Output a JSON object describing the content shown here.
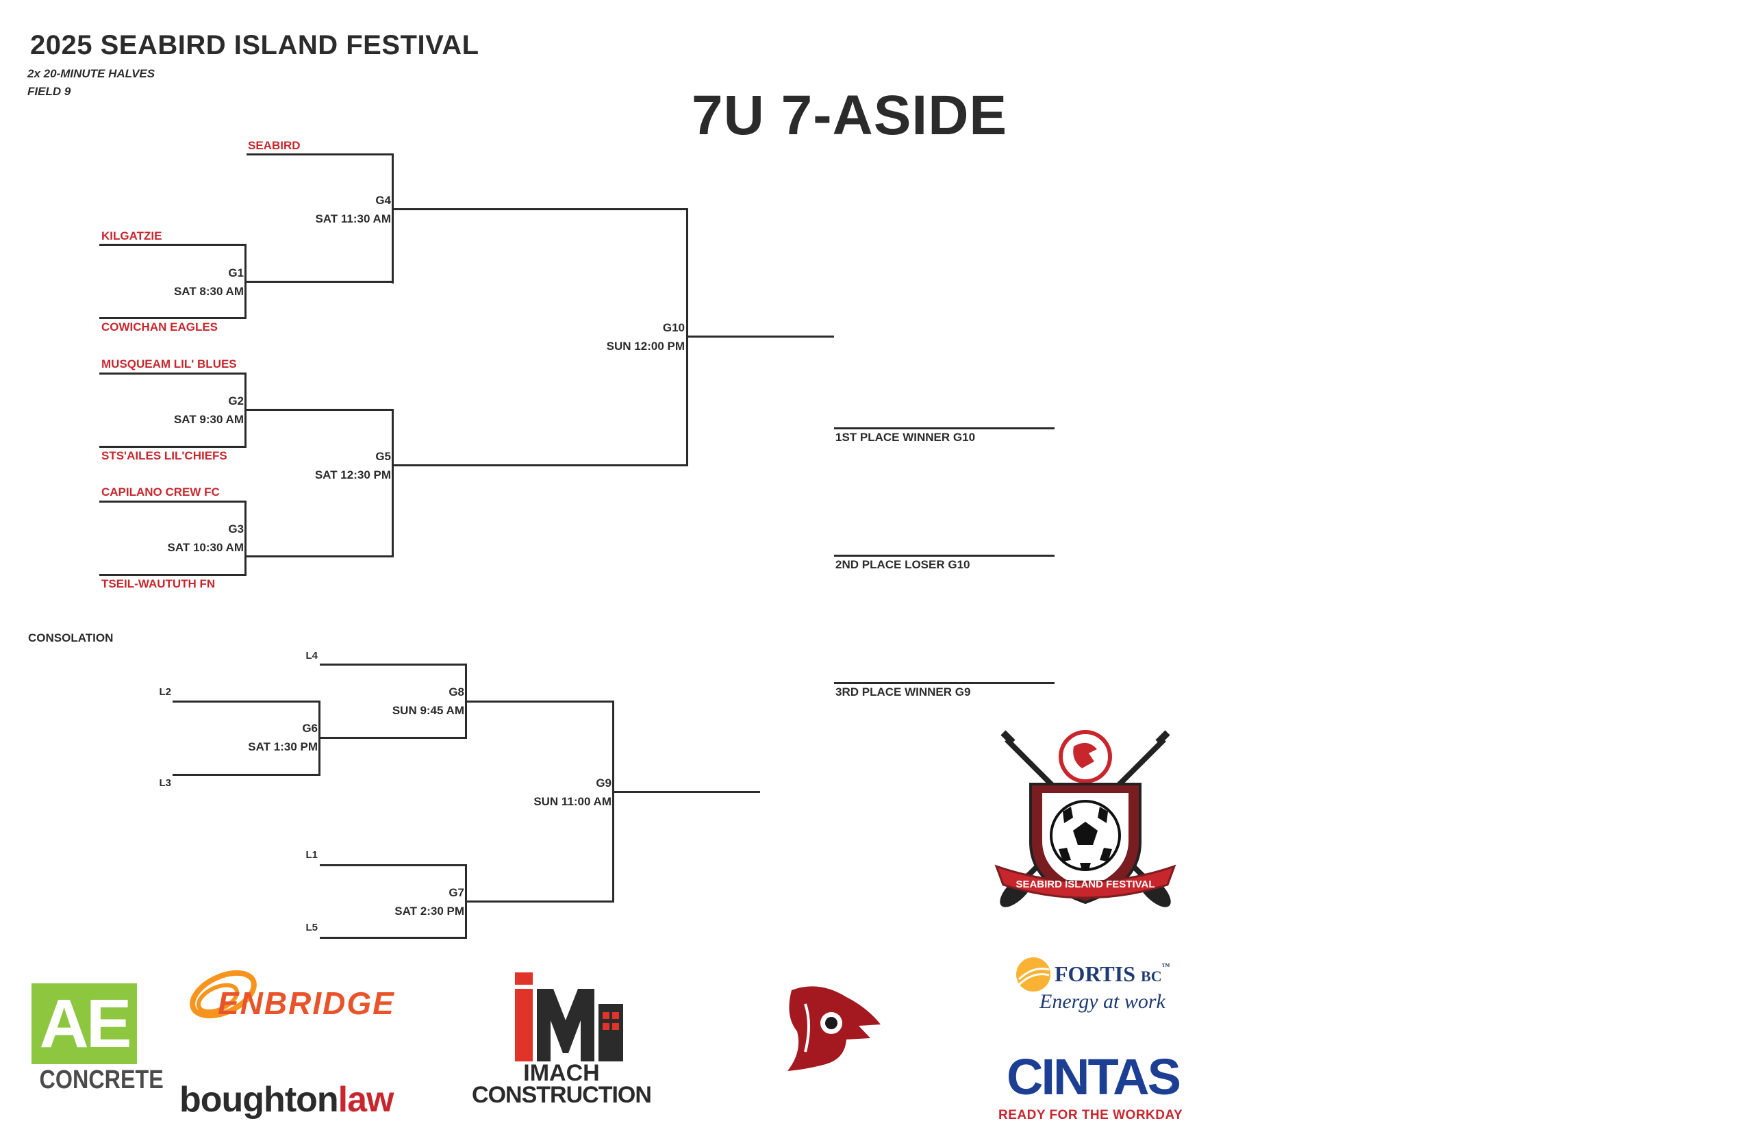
{
  "header": {
    "title": "2025 SEABIRD ISLAND FESTIVAL",
    "halves": "2x 20-MINUTE HALVES",
    "field": "FIELD 9",
    "division": "7U 7-ASIDE"
  },
  "teams": {
    "seabird": "SEABIRD",
    "kilgatzie": "KILGATZIE",
    "cowichan": "COWICHAN EAGLES",
    "musqueam": "MUSQUEAM LIL' BLUES",
    "stsailes": "STS'AILES LIL'CHIEFS",
    "capilano": "CAPILANO CREW FC",
    "tseil": "TSEIL-WAUTUTH FN"
  },
  "games": {
    "g1": {
      "id": "G1",
      "time": "SAT 8:30 AM"
    },
    "g2": {
      "id": "G2",
      "time": "SAT 9:30 AM"
    },
    "g3": {
      "id": "G3",
      "time": "SAT 10:30 AM"
    },
    "g4": {
      "id": "G4",
      "time": "SAT 11:30 AM"
    },
    "g5": {
      "id": "G5",
      "time": "SAT 12:30 PM"
    },
    "g10": {
      "id": "G10",
      "time": "SUN 12:00 PM"
    },
    "g6": {
      "id": "G6",
      "time": "SAT 1:30 PM"
    },
    "g7": {
      "id": "G7",
      "time": "SAT 2:30 PM"
    },
    "g8": {
      "id": "G8",
      "time": "SUN 9:45 AM"
    },
    "g9": {
      "id": "G9",
      "time": "SUN 11:00 AM"
    }
  },
  "consolation": {
    "label": "CONSOLATION",
    "l1": "L1",
    "l2": "L2",
    "l3": "L3",
    "l4": "L4",
    "l5": "L5"
  },
  "places": {
    "first": "1ST PLACE WINNER G10",
    "second": "2ND PLACE LOSER G10",
    "third": "3RD PLACE WINNER G9"
  },
  "crest": {
    "banner": "SEABIRD ISLAND FESTIVAL"
  },
  "sponsors": {
    "ae_mark": "AE",
    "ae_sub": "CONCRETE",
    "enbridge": "ENBRIDGE",
    "boughton_a": "boughton",
    "boughton_b": "law",
    "imach_a": "IMACH",
    "imach_b": "CONSTRUCTION",
    "fortis_a": "FORTIS",
    "fortis_b": "BC",
    "fortis_tag": "Energy at work",
    "cintas": "CINTAS",
    "cintas_tag": "READY FOR THE WORKDAY",
    "reg": "®",
    "tm": "™"
  },
  "colors": {
    "ink": "#2b2b2b",
    "red": "#c8262d",
    "ae_green": "#8dc63f",
    "enbridge_orange": "#f7941d",
    "fortis_blue": "#1f3b73",
    "cintas_blue": "#1c3f94"
  }
}
